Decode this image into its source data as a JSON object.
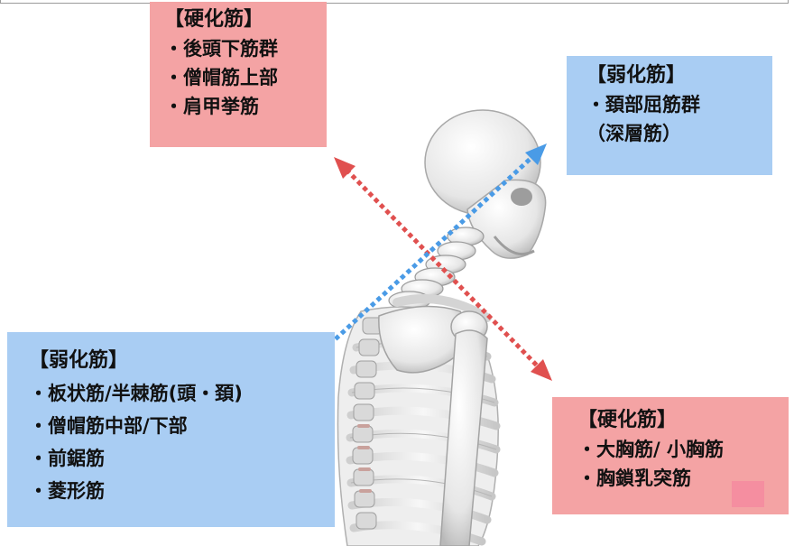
{
  "top_left": {
    "title": "【硬化筋】",
    "items": [
      "・後頭下筋群",
      "・僧帽筋上部",
      "・肩甲挙筋"
    ]
  },
  "top_right": {
    "title": "【弱化筋】",
    "items": [
      "・頚部屈筋群",
      "（深層筋）"
    ]
  },
  "bottom_left": {
    "title": "【弱化筋】",
    "items": [
      "・板状筋/半棘筋(頭・頚)",
      "・僧帽筋中部/下部",
      "・前鋸筋",
      "・菱形筋"
    ]
  },
  "bottom_right": {
    "title": "【硬化筋】",
    "items": [
      "・大胸筋/ 小胸筋",
      "・胸鎖乳突筋"
    ]
  },
  "colors": {
    "tight_box": "#f4a3a4",
    "weak_box": "#a9cdf3",
    "tight_arrow": "#e0504f",
    "weak_arrow": "#4a9be6"
  },
  "illustration": "skeleton-upper-body-side-view"
}
